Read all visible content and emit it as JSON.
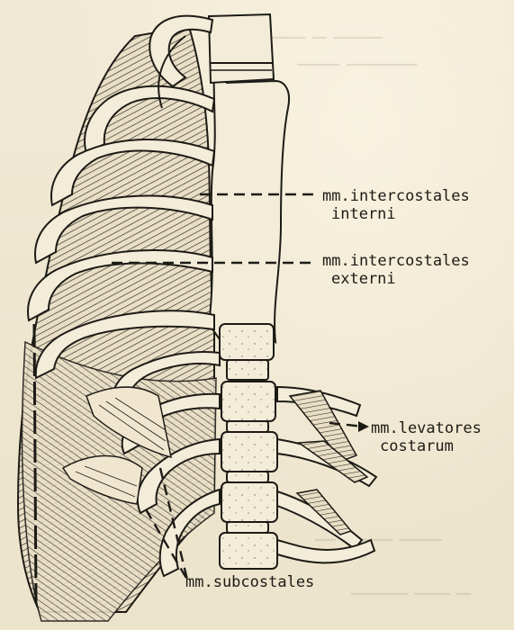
{
  "labels": {
    "intercostales_interni": {
      "line1": "mm.intercostales",
      "line2": "interni"
    },
    "intercostales_externi": {
      "line1": "mm.intercostales",
      "line2": "externi"
    },
    "levatores_costarum": {
      "line1": "mm.levatores",
      "line2": "costarum"
    },
    "subcostales": {
      "line1": "mm.subcostales"
    }
  },
  "colors": {
    "paper": "#efe7d2",
    "ink": "#1d1b16",
    "bone": "#f3ecd9"
  }
}
